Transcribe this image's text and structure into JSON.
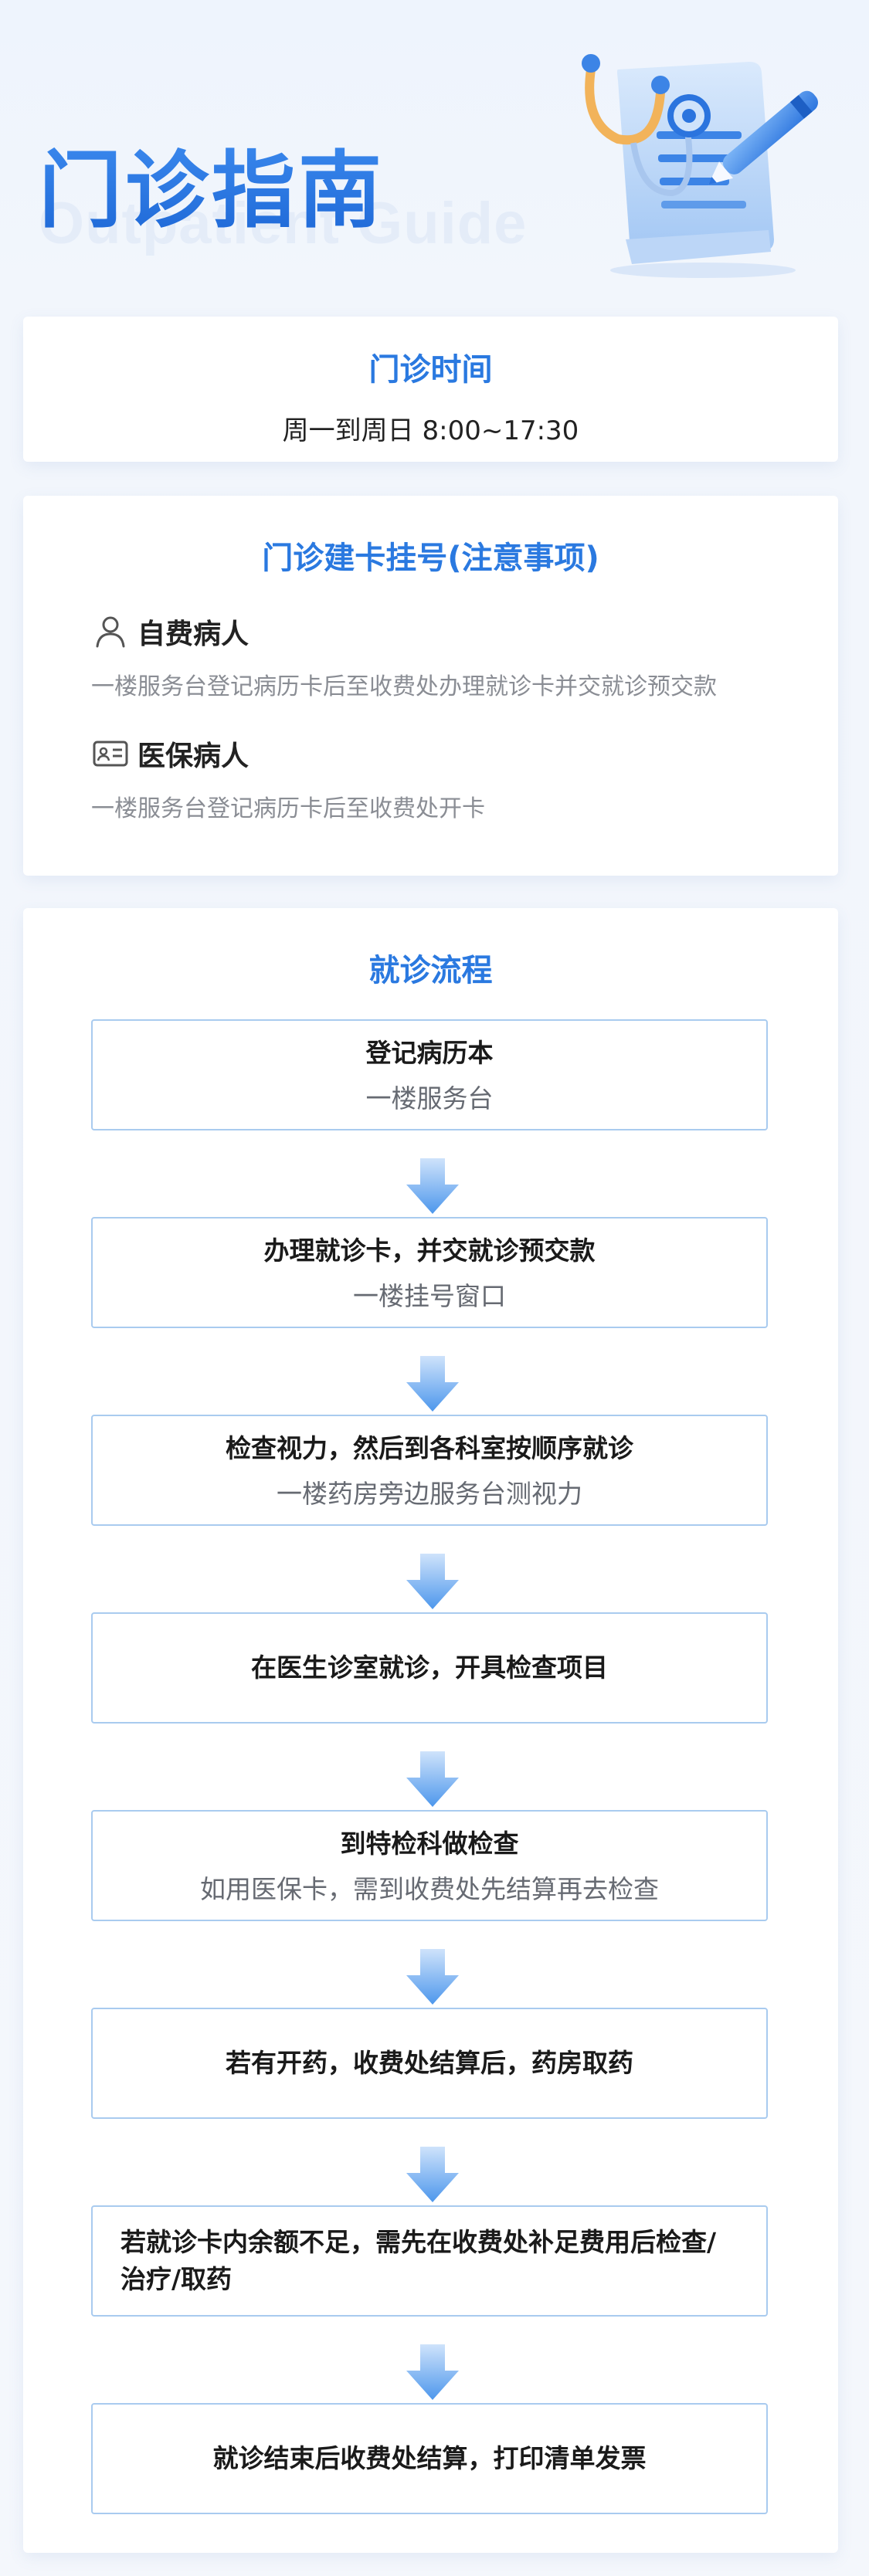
{
  "header": {
    "title": "门诊指南",
    "subtitle": "Outpatient Guide"
  },
  "hours": {
    "title": "门诊时间",
    "text": "周一到周日 8:00~17:30"
  },
  "registration": {
    "title": "门诊建卡挂号(注意事项)",
    "items": [
      {
        "name": "自费病人",
        "icon": "person-icon",
        "desc": "一楼服务台登记病历卡后至收费处办理就诊卡并交就诊预交款"
      },
      {
        "name": "医保病人",
        "icon": "id-card-icon",
        "desc": "一楼服务台登记病历卡后至收费处开卡"
      }
    ]
  },
  "flow": {
    "title": "就诊流程",
    "steps": [
      {
        "title": "登记病历本",
        "sub": "一楼服务台"
      },
      {
        "title": "办理就诊卡，并交就诊预交款",
        "sub": "一楼挂号窗口"
      },
      {
        "title": "检查视力，然后到各科室按顺序就诊",
        "sub": "一楼药房旁边服务台测视力"
      },
      {
        "title": "在医生诊室就诊，开具检查项目",
        "sub": ""
      },
      {
        "title": "到特检科做检查",
        "sub": "如用医保卡，需到收费处先结算再去检查"
      },
      {
        "title": "若有开药，收费处结算后，药房取药",
        "sub": ""
      },
      {
        "title": "若就诊卡内余额不足，需先在收费处补足费用后检查/治疗/取药",
        "sub": ""
      },
      {
        "title": "就诊结束后收费处结算，打印清单发票",
        "sub": ""
      }
    ]
  },
  "colors": {
    "accent": "#2a79e0",
    "step_border": "#a9cbef",
    "arrow": "#5aa2ee"
  }
}
